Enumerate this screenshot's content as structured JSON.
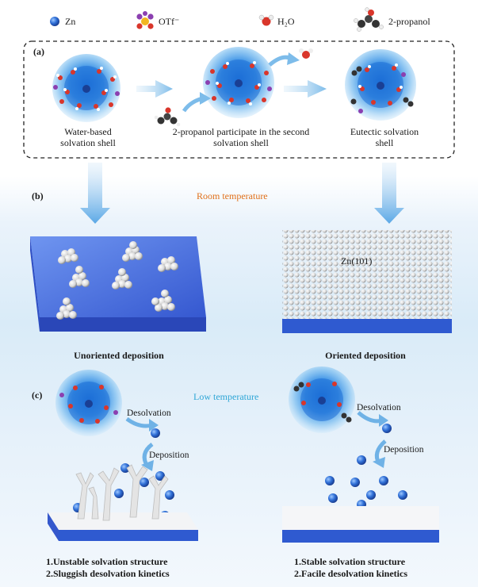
{
  "legend": {
    "zn": "Zn",
    "otf": "OTf⁻",
    "h2o": "H₂O",
    "propanol": "2-propanol"
  },
  "panel_a": {
    "label": "(a)",
    "shell1": "Water-based solvation shell",
    "shell2": "2-propanol participate in the second solvation shell",
    "shell3": "Eutectic solvation shell"
  },
  "panel_b": {
    "label": "(b)",
    "condition": "Room temperature",
    "surface_label": "Zn(101)",
    "left_caption": "Unoriented deposition",
    "right_caption": "Oriented deposition"
  },
  "panel_c": {
    "label": "(c)",
    "condition": "Low temperature",
    "left_step1": "Desolvation",
    "left_step2": "Deposition",
    "right_step1": "Desolvation",
    "right_step2": "Deposition",
    "left_summary_1": "1.Unstable solvation structure",
    "left_summary_2": "2.Sluggish desolvation kinetics",
    "right_summary_1": "1.Stable solvation structure",
    "right_summary_2": "2.Facile desolvation kinetics"
  },
  "colors": {
    "zn_blue": "#2f6fd6",
    "otf_purple": "#8b3fb0",
    "water_red": "#d9362b",
    "substrate_blue": "#3a62d8",
    "orange_text": "#e0701a",
    "cyan_text": "#2fa6d6"
  }
}
